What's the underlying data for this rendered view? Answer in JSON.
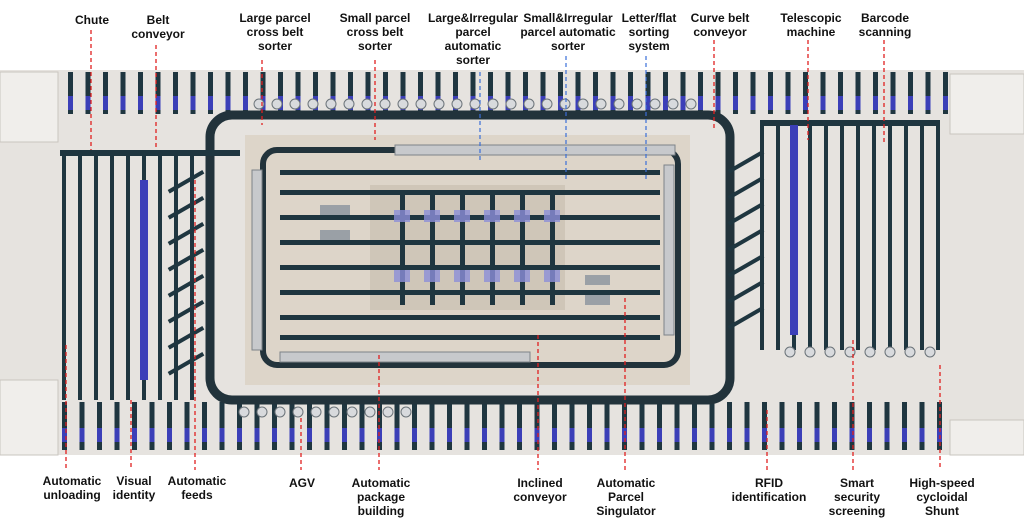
{
  "diagram": {
    "top_labels": [
      {
        "id": "chute",
        "text": "Chute"
      },
      {
        "id": "belt-conveyor",
        "text": "Belt\nconveyor"
      },
      {
        "id": "large-cross-belt",
        "text": "Large parcel\ncross belt\nsorter"
      },
      {
        "id": "small-cross-belt",
        "text": "Small parcel\ncross belt\nsorter"
      },
      {
        "id": "large-irregular",
        "text": "Large&Irregular\nparcel\nautomatic\nsorter"
      },
      {
        "id": "small-irregular",
        "text": "Small&Irregular\nparcel automatic\nsorter"
      },
      {
        "id": "letter-flat",
        "text": "Letter/flat\nsorting\nsystem"
      },
      {
        "id": "curve-belt",
        "text": "Curve belt\nconveyor"
      },
      {
        "id": "telescopic",
        "text": "Telescopic\nmachine"
      },
      {
        "id": "barcode",
        "text": "Barcode\nscanning"
      }
    ],
    "bottom_labels": [
      {
        "id": "auto-unloading",
        "text": "Automatic\nunloading"
      },
      {
        "id": "visual-identity",
        "text": "Visual\nidentity"
      },
      {
        "id": "auto-feeds",
        "text": "Automatic\nfeeds"
      },
      {
        "id": "agv",
        "text": "AGV"
      },
      {
        "id": "auto-package",
        "text": "Automatic\npackage\nbuilding"
      },
      {
        "id": "inclined",
        "text": "Inclined\nconveyor"
      },
      {
        "id": "singulator",
        "text": "Automatic\nParcel\nSingulator"
      },
      {
        "id": "rfid",
        "text": "RFID\nidentification"
      },
      {
        "id": "security",
        "text": "Smart\nsecurity\nscreening"
      },
      {
        "id": "shunt",
        "text": "High-speed\ncycloidal\nShunt"
      }
    ],
    "colors": {
      "floor": "#e8e5e1",
      "platform": "#dcd3c6",
      "conveyor": "#1f3640",
      "accent": "#3b3fb8",
      "leader": "#e02020"
    }
  }
}
